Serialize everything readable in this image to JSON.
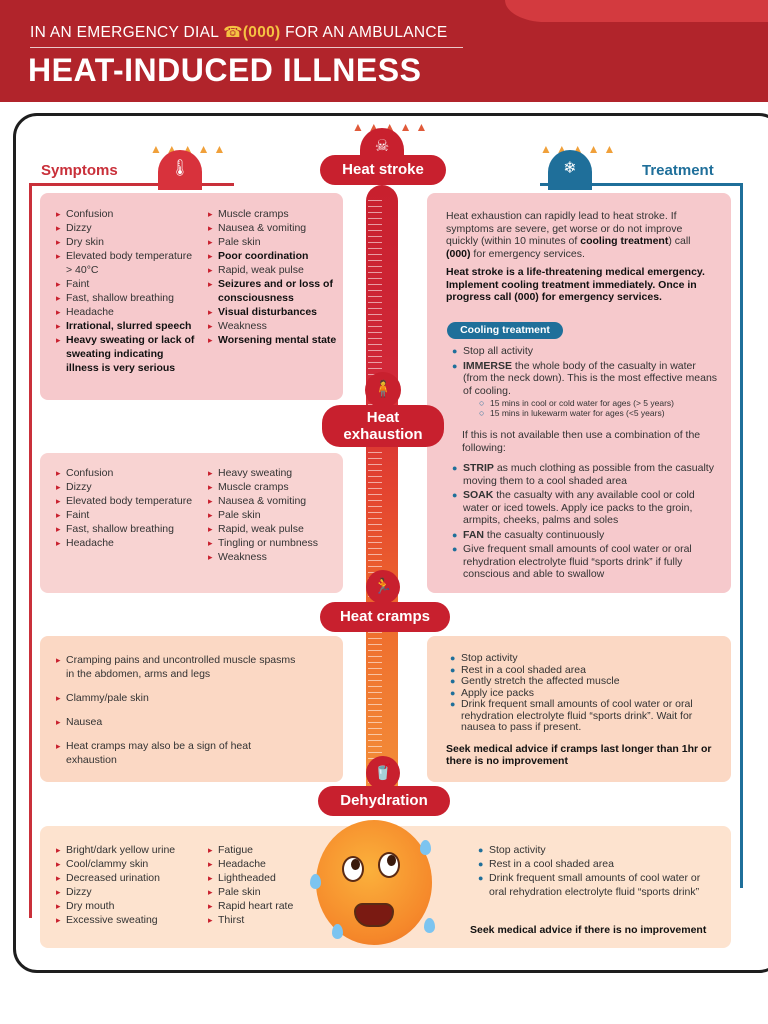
{
  "banner": {
    "line1_prefix": "IN AN EMERGENCY DIAL",
    "line1_number": "☎(000)",
    "line1_suffix": "FOR AN AMBULANCE",
    "title": "HEAT-INDUCED ILLNESS"
  },
  "headers": {
    "symptoms": "Symptoms",
    "treatment": "Treatment"
  },
  "stages": {
    "heat_stroke": "Heat stroke",
    "heat_exhaustion_line1": "Heat",
    "heat_exhaustion_line2": "exhaustion",
    "heat_cramps": "Heat cramps",
    "dehydration": "Dehydration"
  },
  "heat_stroke_symptoms": {
    "col1": [
      {
        "text": "Confusion",
        "bold": false
      },
      {
        "text": "Dizzy",
        "bold": false
      },
      {
        "text": "Dry skin",
        "bold": false
      },
      {
        "text": "Elevated body temperature > 40°C",
        "bold": false
      },
      {
        "text": "Faint",
        "bold": false
      },
      {
        "text": "Fast, shallow breathing",
        "bold": false
      },
      {
        "text": "Headache",
        "bold": false
      },
      {
        "text": "Irrational, slurred speech",
        "bold": true
      },
      {
        "text": "Heavy sweating or lack of sweating indicating illness is very serious",
        "bold": true
      }
    ],
    "col2": [
      {
        "text": "Muscle cramps",
        "bold": false
      },
      {
        "text": "Nausea & vomiting",
        "bold": false
      },
      {
        "text": "Pale skin",
        "bold": false
      },
      {
        "text": "Poor coordination",
        "bold": true
      },
      {
        "text": "Rapid, weak pulse",
        "bold": false
      },
      {
        "text": "Seizures and or loss of consciousness",
        "bold": true
      },
      {
        "text": "Visual disturbances",
        "bold": true
      },
      {
        "text": "Weakness",
        "bold": false
      },
      {
        "text": "Worsening mental state",
        "bold": true
      }
    ]
  },
  "heat_exhaustion_symptoms": {
    "col1": [
      "Confusion",
      "Dizzy",
      "Elevated body temperature",
      "Faint",
      "Fast, shallow breathing",
      "Headache"
    ],
    "col2": [
      "Heavy sweating",
      "Muscle cramps",
      "Nausea & vomiting",
      "Pale skin",
      "Rapid, weak pulse",
      "Tingling or numbness",
      "Weakness"
    ]
  },
  "heat_cramps_symptoms": [
    "Cramping pains and uncontrolled muscle spasms in the abdomen, arms and legs",
    "Clammy/pale skin",
    "Nausea",
    "Heat cramps may also be a sign of heat exhaustion"
  ],
  "dehydration_symptoms": {
    "col1": [
      "Bright/dark yellow urine",
      "Cool/clammy skin",
      "Decreased urination",
      "Dizzy",
      "Dry mouth",
      "Excessive sweating"
    ],
    "col2": [
      "Fatigue",
      "Headache",
      "Lightheaded",
      "Pale skin",
      "Rapid heart rate",
      "Thirst"
    ]
  },
  "treatment_top": {
    "p1_a": "Heat exhaustion can rapidly lead to heat stroke. If symptoms are severe, get worse or do not improve quickly (within 10 minutes of ",
    "p1_b": "cooling treatment",
    "p1_c": ") call ",
    "p1_d": "(000)",
    "p1_e": " for emergency services.",
    "p2": "Heat stroke is a life-threatening medical emergency. Implement cooling treatment immediately. Once in progress call (000) for emergency services.",
    "cooling_label": "Cooling treatment",
    "stop": "Stop all activity",
    "immerse_b": "IMMERSE",
    "immerse": " the whole body of the casualty in water (from the neck down). This is the most effective means of cooling.",
    "sub1": "15 mins in cool or cold water for ages (> 5 years)",
    "sub2": "15 mins in lukewarm water for ages (<5 years)",
    "alt": "If this is not available then use a combination of the following:",
    "strip_b": "STRIP",
    "strip": " as much clothing as possible from the casualty moving them to a cool shaded area",
    "soak_b": "SOAK",
    "soak": " the casualty with any available cool or cold water or iced towels. Apply ice packs to the groin, armpits, cheeks, palms and soles",
    "fan_b": "FAN",
    "fan": " the casualty continuously",
    "give": "Give frequent small amounts of cool water or oral rehydration electrolyte fluid “sports drink” if fully conscious and able to swallow"
  },
  "treatment_cramps": {
    "items": [
      "Stop activity",
      "Rest in a cool shaded area",
      "Gently stretch the affected muscle",
      "Apply ice packs",
      "Drink frequent small amounts of cool water or oral rehydration electrolyte fluid “sports drink”. Wait for nausea to pass if present."
    ],
    "advice": "Seek medical advice if cramps last longer than 1hr or there is no improvement"
  },
  "treatment_dehydration": {
    "items": [
      "Stop activity",
      "Rest in a cool shaded area",
      "Drink frequent small amounts of cool water or oral rehydration electrolyte fluid “sports drink”"
    ],
    "advice": "Seek medical advice if there is no improvement"
  },
  "colors": {
    "brand_red": "#b1242b",
    "thermo_red": "#c8202e",
    "treatment_blue": "#1f6f9a"
  },
  "icons": {
    "phone": "phone-icon",
    "symptoms_sun": "thermometer-person-icon",
    "treatment_sun": "thermometer-snowflake-icon",
    "stroke": "collapsed-person-icon",
    "exhaustion": "fainting-person-icon",
    "cramps": "cramping-person-icon",
    "dehydration": "drink-icon",
    "face": "sweating-face-icon"
  }
}
